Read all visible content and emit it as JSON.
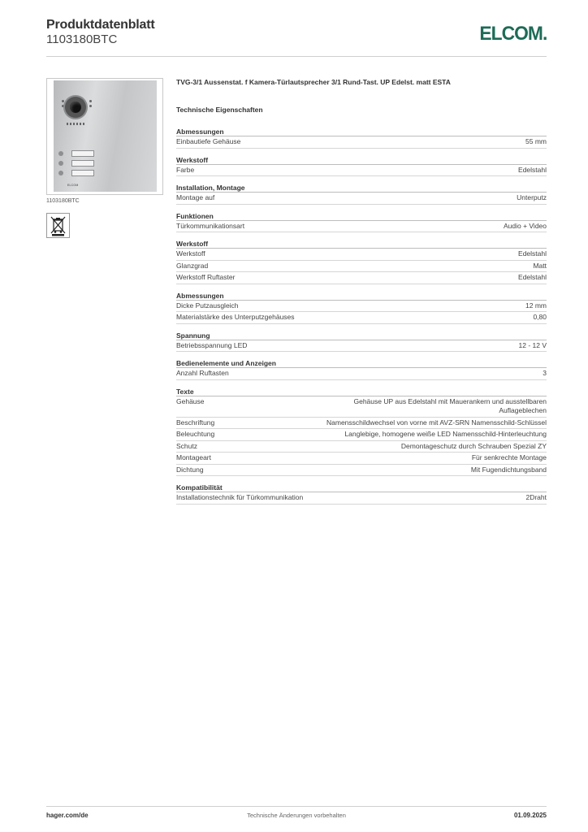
{
  "header": {
    "title": "Produktdatenblatt",
    "article_number": "1103180BTC",
    "brand": "ELCOM."
  },
  "image": {
    "caption": "1103180BTC",
    "icon": "weee-crossed-bin-icon"
  },
  "product_title": "TVG-3/1 Aussenstat. f Kamera-Türlautsprecher 3/1 Rund-Tast. UP Edelst. matt ESTA",
  "section_heading": "Technische Eigenschaften",
  "groups": [
    {
      "title": "Abmessungen",
      "rows": [
        {
          "label": "Einbautiefe Gehäuse",
          "value": "55 mm"
        }
      ]
    },
    {
      "title": "Werkstoff",
      "rows": [
        {
          "label": "Farbe",
          "value": "Edelstahl"
        }
      ]
    },
    {
      "title": "Installation, Montage",
      "rows": [
        {
          "label": "Montage auf",
          "value": "Unterputz"
        }
      ]
    },
    {
      "title": "Funktionen",
      "rows": [
        {
          "label": "Türkommunikationsart",
          "value": "Audio + Video"
        }
      ]
    },
    {
      "title": "Werkstoff",
      "rows": [
        {
          "label": "Werkstoff",
          "value": "Edelstahl"
        },
        {
          "label": "Glanzgrad",
          "value": "Matt"
        },
        {
          "label": "Werkstoff Ruftaster",
          "value": "Edelstahl"
        }
      ]
    },
    {
      "title": "Abmessungen",
      "rows": [
        {
          "label": "Dicke Putzausgleich",
          "value": "12 mm"
        },
        {
          "label": "Materialstärke des Unterputzgehäuses",
          "value": "0,80"
        }
      ]
    },
    {
      "title": "Spannung",
      "rows": [
        {
          "label": "Betriebsspannung LED",
          "value": "12 - 12 V"
        }
      ]
    },
    {
      "title": "Bedienelemente und Anzeigen",
      "rows": [
        {
          "label": "Anzahl Ruftasten",
          "value": "3"
        }
      ]
    },
    {
      "title": "Texte",
      "rows": [
        {
          "label": "Gehäuse",
          "value": "Gehäuse UP aus Edelstahl mit Maueranker​n und ausstellbaren Auflageblechen"
        },
        {
          "label": "Beschriftung",
          "value": "Namensschildwechsel von vorne mit AVZ-SRN Namensschild-Schlüssel"
        },
        {
          "label": "Beleuchtung",
          "value": "Langlebige, homogene weiße LED Namensschild-Hinterleuchtung"
        },
        {
          "label": "Schutz",
          "value": "Demontageschutz durch Schrauben Spezial ZY"
        },
        {
          "label": "Montageart",
          "value": "Für senkrechte Montage"
        },
        {
          "label": "Dichtung",
          "value": "Mit Fugendichtungsband"
        }
      ]
    },
    {
      "title": "Kompatibilität",
      "rows": [
        {
          "label": "Installationstechnik für Türkommunikation",
          "value": "2Draht"
        }
      ]
    }
  ],
  "footer": {
    "website": "hager.com/de",
    "notice": "Technische Änderungen vorbehalten",
    "date": "01.09.2025"
  }
}
